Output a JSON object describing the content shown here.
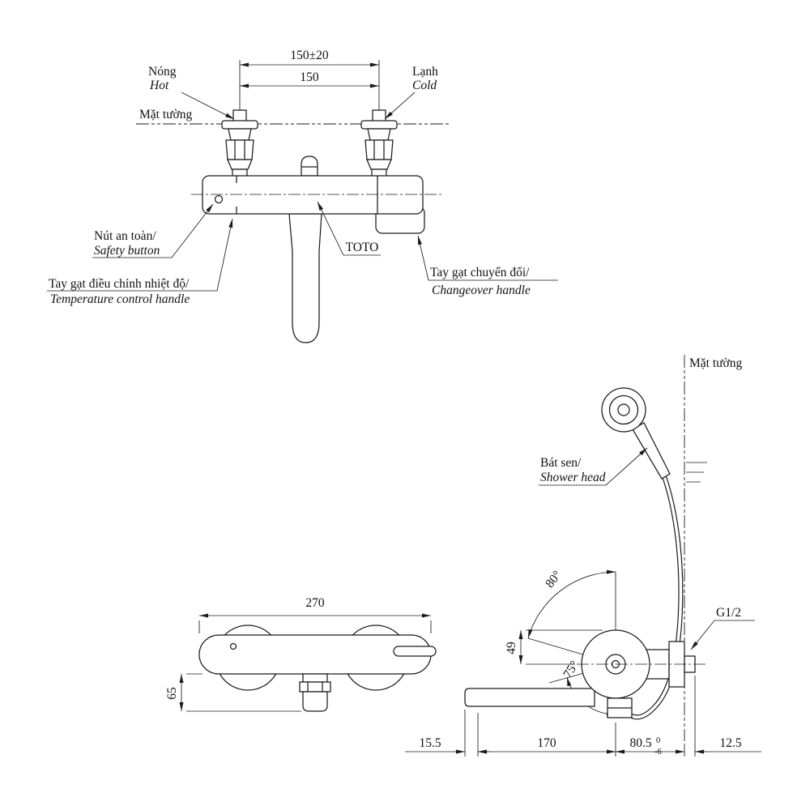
{
  "ink_color": "#1b1b1b",
  "front_view": {
    "dim_range": "150±20",
    "dim_center": "150",
    "hot_vi": "Nóng",
    "hot_en": "Hot",
    "cold_vi": "Lạnh",
    "cold_en": "Cold",
    "wall": "Mặt tường",
    "safety_vi": "Nút an toàn/",
    "safety_en": "Safety button",
    "temp_vi": "Tay gạt điều chỉnh nhiệt độ/",
    "temp_en": "Temperature control handle",
    "brand": "TOTO",
    "changeover_vi": "Tay gạt chuyển đổi/",
    "changeover_en": "Changeover handle"
  },
  "dimension_view": {
    "width": "270",
    "height": "65"
  },
  "side_view": {
    "wall": "Mặt tường",
    "shower_vi": "Bát sen/",
    "shower_en": "Shower head",
    "angle_swivel": "80°",
    "angle_spout": "75°",
    "dim_height": "49",
    "thread": "G1/2",
    "dim_tip": "15.5",
    "dim_reach": "170",
    "dim_body": "80.5",
    "tol_upper": "0",
    "tol_lower": "-6",
    "dim_wall": "12.5"
  }
}
